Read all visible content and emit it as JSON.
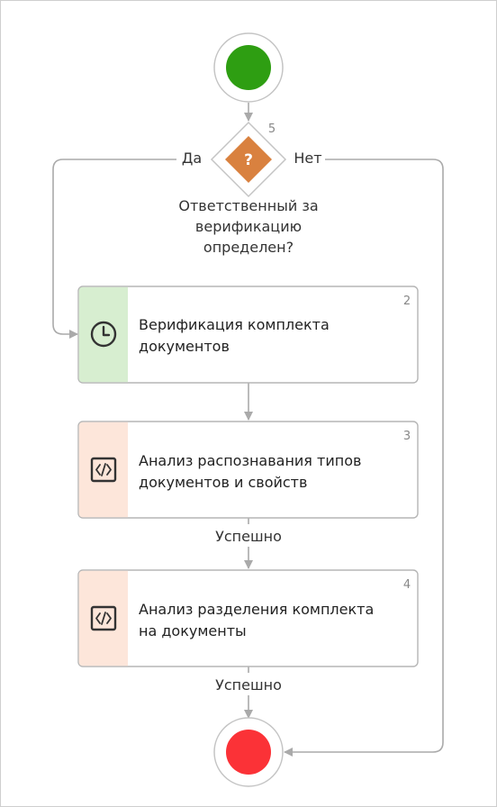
{
  "colors": {
    "start_event": "#2e9e12",
    "end_event": "#fb3237",
    "gateway": "#d9813f",
    "user_task_band": "#d7eed0",
    "script_task_band": "#fde6da",
    "connector": "#aaaaaa",
    "task_border": "#b5b5b5"
  },
  "gateway": {
    "number": "5",
    "symbol": "?",
    "question_lines": [
      "Ответственный за",
      "верификацию",
      "определен?"
    ],
    "yes_label": "Да",
    "no_label": "Нет"
  },
  "tasks": [
    {
      "number": "2",
      "icon": "clock-icon",
      "lines": [
        "Верификация комплекта",
        "документов"
      ]
    },
    {
      "number": "3",
      "icon": "code-icon",
      "lines": [
        "Анализ распознавания типов",
        "документов и свойств"
      ]
    },
    {
      "number": "4",
      "icon": "code-icon",
      "lines": [
        "Анализ разделения комплекта",
        "на документы"
      ]
    }
  ],
  "flows": {
    "after_task3": "Успешно",
    "after_task4": "Успешно"
  }
}
